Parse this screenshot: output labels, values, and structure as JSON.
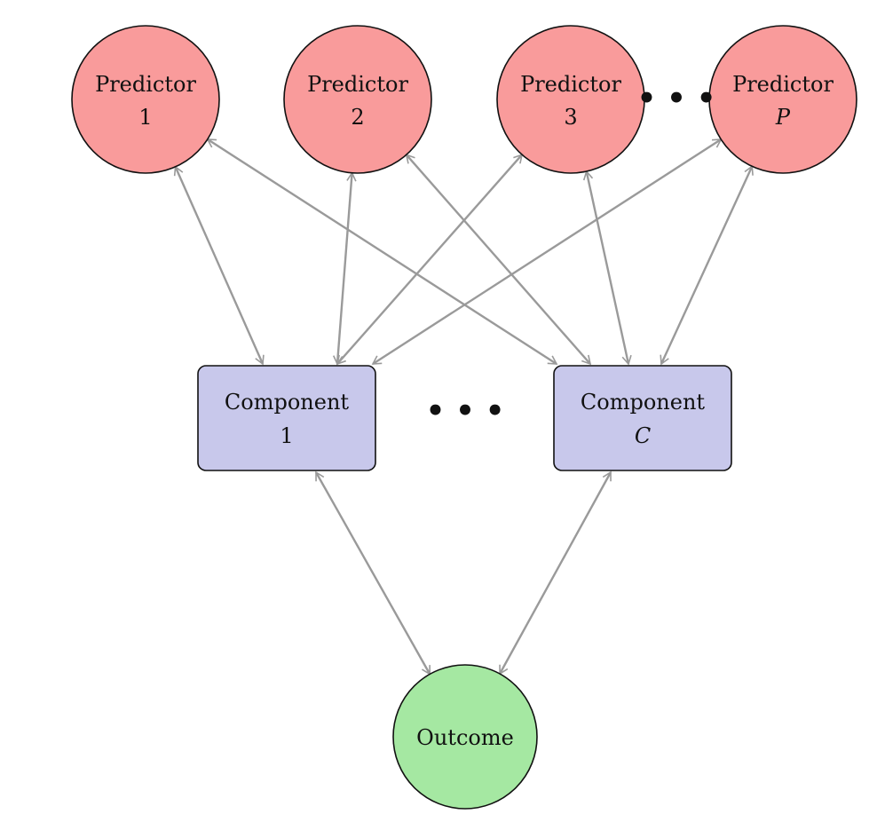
{
  "predictors": [
    {
      "id": "p1",
      "line1": "Predictor",
      "line2": "1",
      "italic": false
    },
    {
      "id": "p2",
      "line1": "Predictor",
      "line2": "2",
      "italic": false
    },
    {
      "id": "p3",
      "line1": "Predictor",
      "line2": "3",
      "italic": false
    },
    {
      "id": "pP",
      "line1": "Predictor",
      "line2": "P",
      "italic": true
    }
  ],
  "components": [
    {
      "id": "c1",
      "line1": "Component",
      "line2": "1",
      "italic": false
    },
    {
      "id": "cC",
      "line1": "Component",
      "line2": "C",
      "italic": true
    }
  ],
  "outcome": {
    "id": "out",
    "label": "Outcome"
  },
  "ellipsis": "• • •",
  "edges": [
    [
      "p1",
      "c1"
    ],
    [
      "p1",
      "cC"
    ],
    [
      "p2",
      "c1"
    ],
    [
      "p2",
      "cC"
    ],
    [
      "p3",
      "c1"
    ],
    [
      "p3",
      "cC"
    ],
    [
      "pP",
      "c1"
    ],
    [
      "pP",
      "cC"
    ],
    [
      "c1",
      "out"
    ],
    [
      "cC",
      "out"
    ]
  ],
  "colors": {
    "predictor_fill": "#F99B9B",
    "component_fill": "#C8C8EB",
    "outcome_fill": "#A5E8A2",
    "stroke": "#111111",
    "edge": "#9A9A9A"
  }
}
